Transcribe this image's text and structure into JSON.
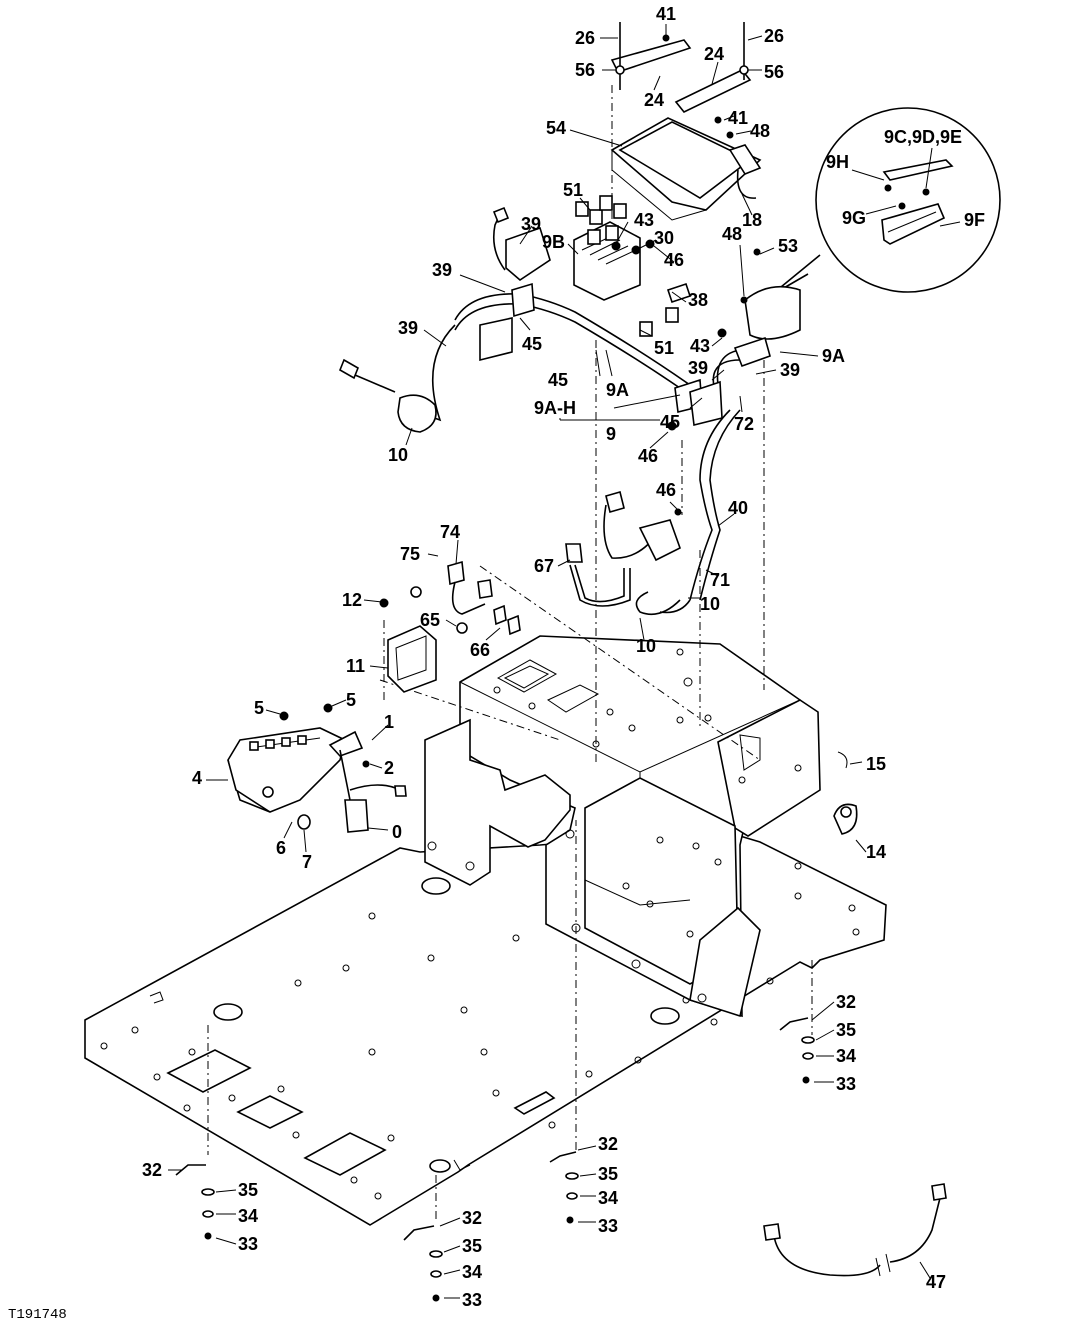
{
  "figure_id": "T191748",
  "callouts": [
    {
      "key": "l41a",
      "text": "41"
    },
    {
      "key": "l26a",
      "text": "26"
    },
    {
      "key": "l26b",
      "text": "26"
    },
    {
      "key": "l56a",
      "text": "56"
    },
    {
      "key": "l56b",
      "text": "56"
    },
    {
      "key": "l24a",
      "text": "24"
    },
    {
      "key": "l24b",
      "text": "24"
    },
    {
      "key": "l41b",
      "text": "41"
    },
    {
      "key": "l54",
      "text": "54"
    },
    {
      "key": "l48a",
      "text": "48"
    },
    {
      "key": "l18",
      "text": "18"
    },
    {
      "key": "l9C",
      "text": "9C,9D,9E"
    },
    {
      "key": "l9H",
      "text": "9H"
    },
    {
      "key": "l9G",
      "text": "9G"
    },
    {
      "key": "l9F",
      "text": "9F"
    },
    {
      "key": "l51a",
      "text": "51"
    },
    {
      "key": "l39a",
      "text": "39"
    },
    {
      "key": "l43a",
      "text": "43"
    },
    {
      "key": "l9B",
      "text": "9B"
    },
    {
      "key": "l30",
      "text": "30"
    },
    {
      "key": "l46a",
      "text": "46"
    },
    {
      "key": "l48b",
      "text": "48"
    },
    {
      "key": "l53",
      "text": "53"
    },
    {
      "key": "l39b",
      "text": "39"
    },
    {
      "key": "l38",
      "text": "38"
    },
    {
      "key": "l39c",
      "text": "39"
    },
    {
      "key": "l45a",
      "text": "45"
    },
    {
      "key": "l51b",
      "text": "51"
    },
    {
      "key": "l43b",
      "text": "43"
    },
    {
      "key": "l9A1",
      "text": "9A"
    },
    {
      "key": "l45b",
      "text": "45"
    },
    {
      "key": "l9A2",
      "text": "9A"
    },
    {
      "key": "l39d",
      "text": "39"
    },
    {
      "key": "l39e",
      "text": "39"
    },
    {
      "key": "l9AH",
      "text": "9A-H"
    },
    {
      "key": "l45c",
      "text": "45"
    },
    {
      "key": "l72",
      "text": "72"
    },
    {
      "key": "l9",
      "text": "9"
    },
    {
      "key": "l10a",
      "text": "10"
    },
    {
      "key": "l46b",
      "text": "46"
    },
    {
      "key": "l46c",
      "text": "46"
    },
    {
      "key": "l40",
      "text": "40"
    },
    {
      "key": "l74",
      "text": "74"
    },
    {
      "key": "l75",
      "text": "75"
    },
    {
      "key": "l67",
      "text": "67"
    },
    {
      "key": "l71",
      "text": "71"
    },
    {
      "key": "l12",
      "text": "12"
    },
    {
      "key": "l10b",
      "text": "10"
    },
    {
      "key": "l65",
      "text": "65"
    },
    {
      "key": "l66",
      "text": "66"
    },
    {
      "key": "l10c",
      "text": "10"
    },
    {
      "key": "l11",
      "text": "11"
    },
    {
      "key": "l5a",
      "text": "5"
    },
    {
      "key": "l5b",
      "text": "5"
    },
    {
      "key": "l1",
      "text": "1"
    },
    {
      "key": "l15",
      "text": "15"
    },
    {
      "key": "l4",
      "text": "4"
    },
    {
      "key": "l2",
      "text": "2"
    },
    {
      "key": "l0",
      "text": "0"
    },
    {
      "key": "l6",
      "text": "6"
    },
    {
      "key": "l7",
      "text": "7"
    },
    {
      "key": "l14",
      "text": "14"
    },
    {
      "key": "l32a",
      "text": "32"
    },
    {
      "key": "l35a",
      "text": "35"
    },
    {
      "key": "l34a",
      "text": "34"
    },
    {
      "key": "l33a",
      "text": "33"
    },
    {
      "key": "l32b",
      "text": "32"
    },
    {
      "key": "l35b",
      "text": "35"
    },
    {
      "key": "l34b",
      "text": "34"
    },
    {
      "key": "l33b",
      "text": "33"
    },
    {
      "key": "l32c",
      "text": "32"
    },
    {
      "key": "l35c",
      "text": "35"
    },
    {
      "key": "l34c",
      "text": "34"
    },
    {
      "key": "l33c",
      "text": "33"
    },
    {
      "key": "l32d",
      "text": "32"
    },
    {
      "key": "l35d",
      "text": "35"
    },
    {
      "key": "l34d",
      "text": "34"
    },
    {
      "key": "l33d",
      "text": "33"
    },
    {
      "key": "l47",
      "text": "47"
    }
  ]
}
